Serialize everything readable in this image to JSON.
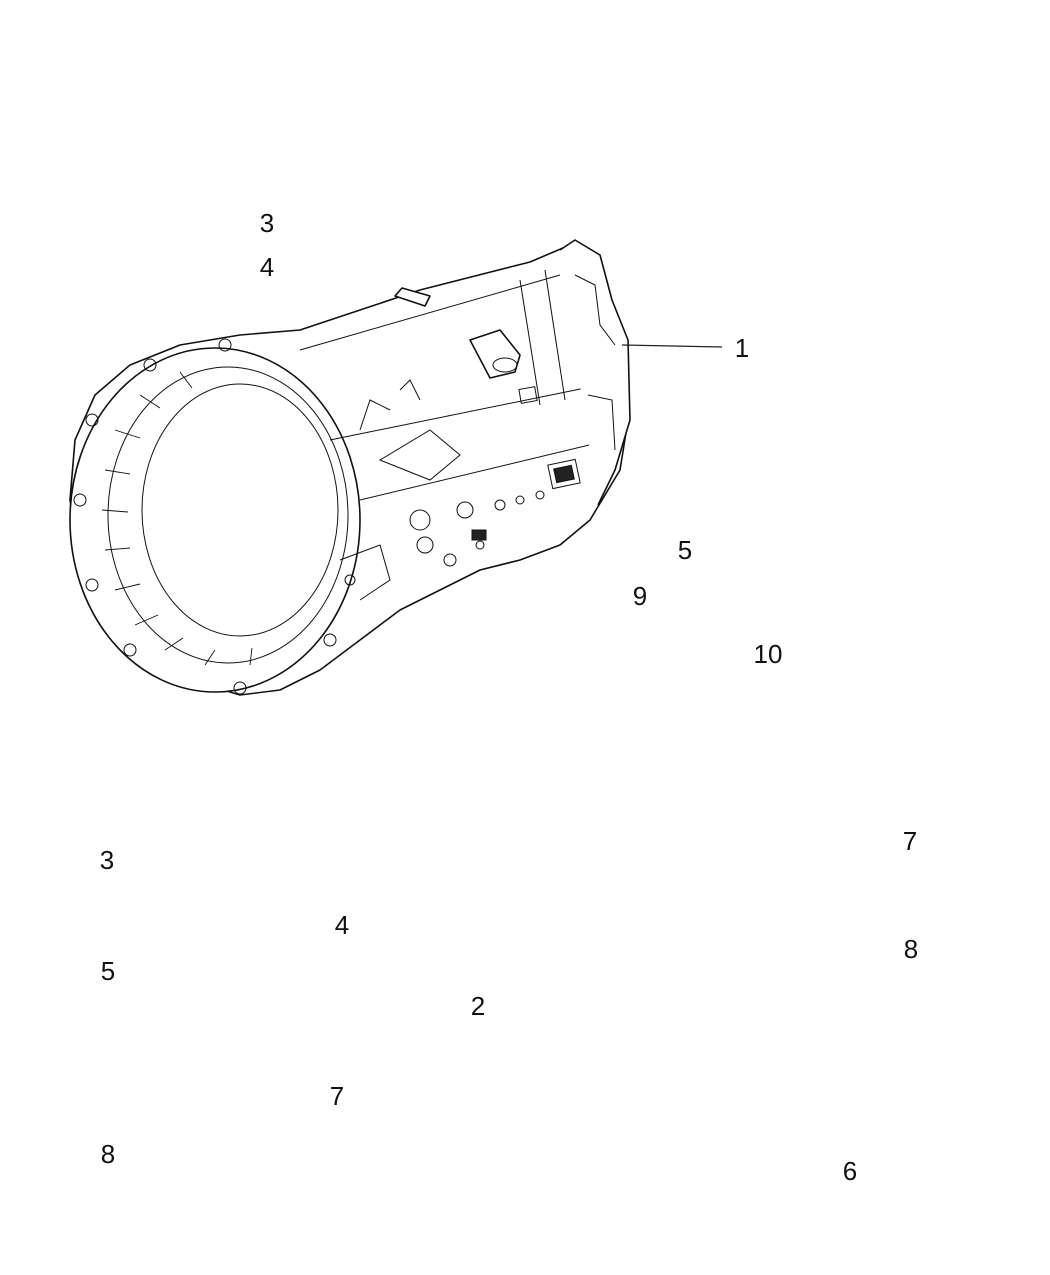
{
  "callouts": {
    "top_3": "3",
    "top_4": "4",
    "top_1": "1",
    "top_5": "5",
    "top_9": "9",
    "top_10": "10",
    "kit_3": "3",
    "kit_4": "4",
    "kit_5": "5",
    "kit_2": "2",
    "kit_7": "7",
    "kit_8": "8",
    "vb_7": "7",
    "vb_8": "8",
    "vb_6": "6"
  }
}
